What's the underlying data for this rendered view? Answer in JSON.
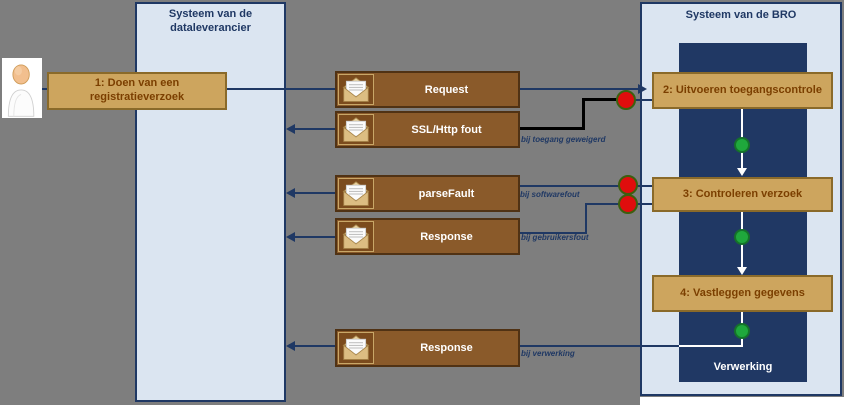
{
  "diagram": {
    "columns": {
      "dataleverancier": {
        "title": "Systeem van de dataleverancier"
      },
      "bro": {
        "title": "Systeem van de BRO",
        "process_label": "Verwerking"
      }
    },
    "steps": [
      {
        "label": "1: Doen van een registratieverzoek"
      },
      {
        "label": "2: Uitvoeren toegangscontrole"
      },
      {
        "label": "3: Controleren verzoek"
      },
      {
        "label": "4: Vastleggen gegevens"
      }
    ],
    "messages": [
      {
        "label": "Request",
        "direction": "right",
        "condition": ""
      },
      {
        "label": "SSL/Http fout",
        "direction": "left",
        "condition": "bij toegang geweigerd"
      },
      {
        "label": "parseFault",
        "direction": "left",
        "condition": "bij softwarefout"
      },
      {
        "label": "Response",
        "direction": "left",
        "condition": "bij gebruikersfout"
      },
      {
        "label": "Response",
        "direction": "left",
        "condition": "bij verwerking"
      }
    ],
    "colors": {
      "background": "#7e7e7e",
      "column_fill": "#dbe5f1",
      "line_navy": "#1f3864",
      "panel_navy": "#203864",
      "step_fill": "#cda55e",
      "step_border": "#8a6a2a",
      "step_text": "#7b3f00",
      "message_fill": "#8a5a2a",
      "message_border": "#503214",
      "error_dot": "#e00d0d",
      "success_dot": "#1fa83c",
      "error_path": "#000000"
    }
  }
}
